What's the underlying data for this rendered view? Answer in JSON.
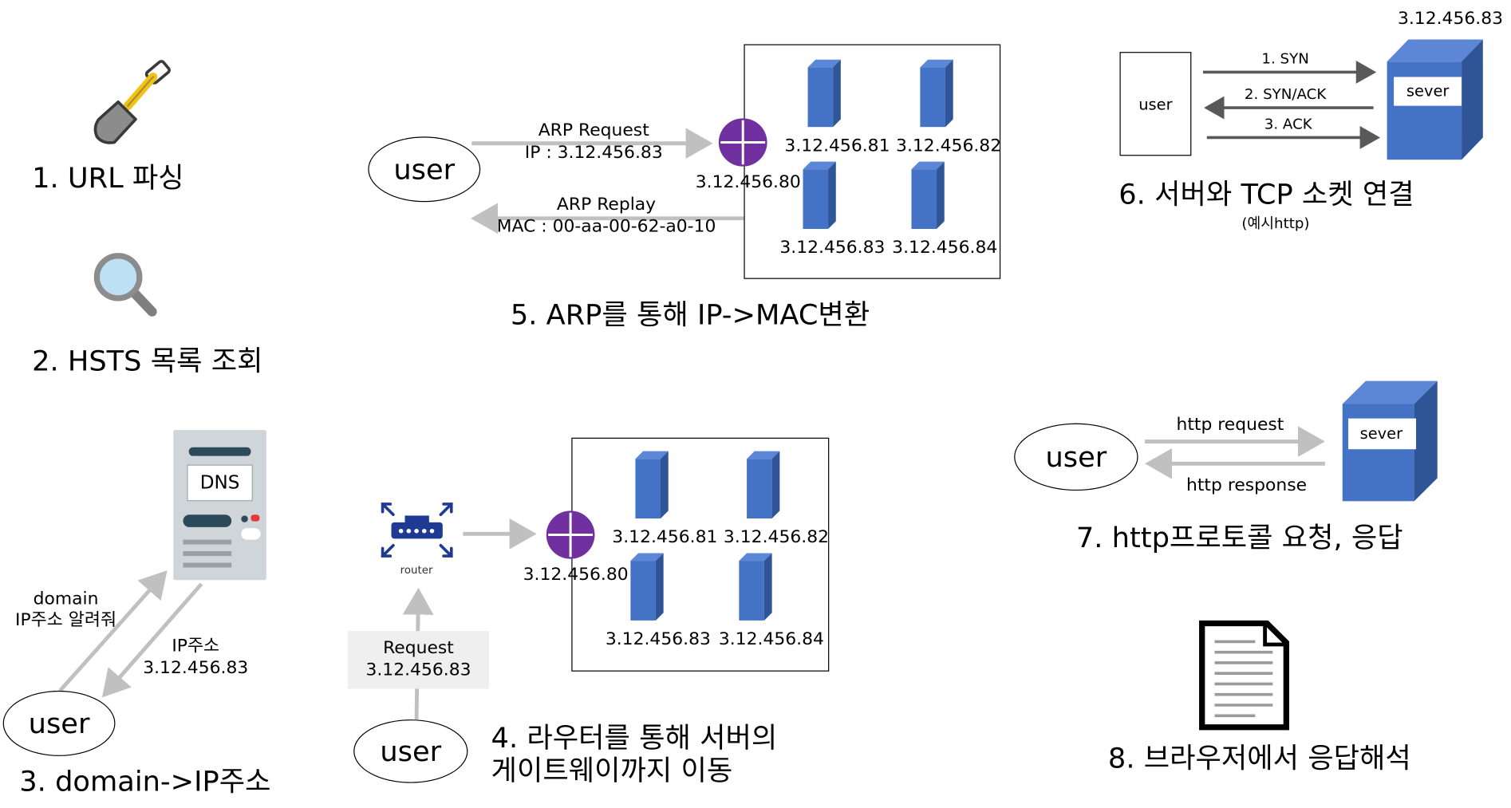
{
  "colors": {
    "server_front": "#4472c4",
    "server_top": "#5b87d6",
    "server_side": "#2f5597",
    "router_circle": "#7030a0",
    "arrow_gray": "#c0c0c0",
    "arrow_dark": "#595959",
    "router_icon": "#1f3a93"
  },
  "step1": {
    "title": "1. URL 파싱",
    "icon": "shovel-icon"
  },
  "step2": {
    "title": "2. HSTS 목록 조회",
    "icon": "magnifier-icon"
  },
  "step3": {
    "title": "3. domain->IP주소",
    "dns_label": "DNS",
    "user": "user",
    "ask_line1": "domain",
    "ask_line2": "IP주소 알려줘",
    "reply_line1": "IP주소",
    "reply_line2": "3.12.456.83"
  },
  "step4": {
    "title_line1": "4. 라우터를 통해 서버의",
    "title_line2": "게이트웨이까지 이동",
    "user": "user",
    "router_label": "router",
    "request_line1": "Request",
    "request_line2": "3.12.456.83",
    "gateway_ip": "3.12.456.80",
    "servers": [
      "3.12.456.81",
      "3.12.456.82",
      "3.12.456.83",
      "3.12.456.84"
    ]
  },
  "step5": {
    "title": "5. ARP를 통해 IP->MAC변환",
    "user": "user",
    "req_line1": "ARP Request",
    "req_line2": "IP : 3.12.456.83",
    "rep_line1": "ARP Replay",
    "rep_line2": "MAC : 00-aa-00-62-a0-10",
    "gateway_ip": "3.12.456.80",
    "servers": [
      "3.12.456.81",
      "3.12.456.82",
      "3.12.456.83",
      "3.12.456.84"
    ]
  },
  "step6": {
    "title": "6. 서버와 TCP 소켓 연결",
    "subtitle": "(예시http)",
    "user": "user",
    "server_label": "sever",
    "server_ip": "3.12.456.83",
    "syn": "1. SYN",
    "synack": "2. SYN/ACK",
    "ack": "3. ACK"
  },
  "step7": {
    "title": "7. http프로토콜 요청, 응답",
    "user": "user",
    "server_label": "sever",
    "request": "http request",
    "response": "http response"
  },
  "step8": {
    "title": "8. 브라우저에서 응답해석",
    "icon": "document-icon"
  }
}
